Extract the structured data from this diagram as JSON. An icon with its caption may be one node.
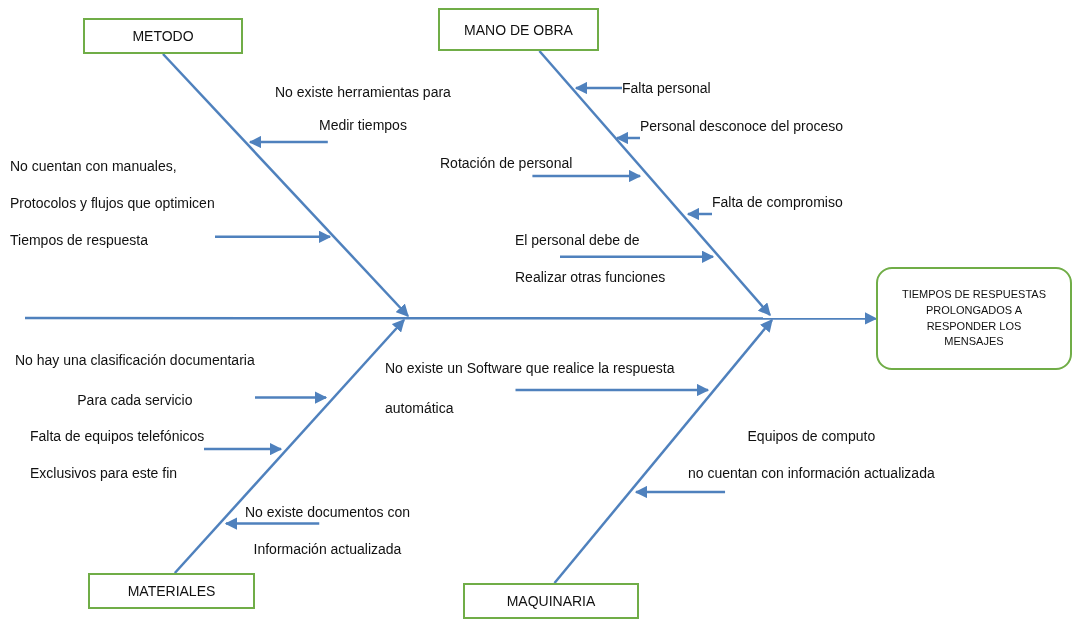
{
  "diagram": {
    "nodes": [
      {
        "text": [
          "METODO"
        ]
      },
      {
        "text": [
          "MANO DE OBRA"
        ]
      },
      {
        "text": [
          "MATERIALES"
        ]
      },
      {
        "text": [
          "MAQUINARIA"
        ]
      },
      {
        "text": [
          "TIEMPOS DE RESPUESTAS PROLONGADOS A RESPONDER LOS MENSAJES"
        ]
      },
      {
        "text": [
          "No existe herramientas para Medir tiempos"
        ]
      },
      {
        "text": [
          "No cuentan con manuales, Protocolos y flujos que optimicen Tiempos de respuesta"
        ]
      },
      {
        "text": [
          "Falta personal"
        ]
      },
      {
        "text": [
          "Personal desconoce del proceso"
        ]
      },
      {
        "text": [
          "Rotación de personal"
        ]
      },
      {
        "text": [
          "Falta de compromiso"
        ]
      },
      {
        "text": [
          "El personal debe de Realizar otras funciones"
        ]
      },
      {
        "text": [
          "No hay una clasificación documentaria Para cada servicio"
        ]
      },
      {
        "text": [
          "Falta de equipos telefónicos Exclusivos para este fin"
        ]
      },
      {
        "text": [
          "No existe documentos con Información actualizada"
        ]
      },
      {
        "text": [
          "No existe un Software que realice la respuesta automática"
        ]
      },
      {
        "text": [
          "Equipos de computo no cuentan con información actualizada"
        ]
      }
    ],
    "edges": [
      {
        "from": null,
        "to": 4,
        "arrow": "to"
      },
      {
        "from": 0,
        "to": null,
        "arrow": "to"
      },
      {
        "from": 1,
        "to": null,
        "arrow": "to"
      },
      {
        "from": 2,
        "to": null,
        "arrow": "to"
      },
      {
        "from": 3,
        "to": null,
        "arrow": "to"
      },
      {
        "from": 5,
        "to": null,
        "arrow": "to"
      },
      {
        "from": 6,
        "to": null,
        "arrow": "to"
      },
      {
        "from": 7,
        "to": null,
        "arrow": "to"
      },
      {
        "from": 8,
        "to": null,
        "arrow": "to"
      },
      {
        "from": 9,
        "to": null,
        "arrow": "to"
      },
      {
        "from": 10,
        "to": null,
        "arrow": "to"
      },
      {
        "from": 11,
        "to": null,
        "arrow": "to"
      },
      {
        "from": 12,
        "to": null,
        "arrow": "to"
      },
      {
        "from": 13,
        "to": null,
        "arrow": "to"
      },
      {
        "from": 14,
        "to": null,
        "arrow": "to"
      },
      {
        "from": 15,
        "to": null,
        "arrow": "to"
      },
      {
        "from": 16,
        "to": null,
        "arrow": "to"
      }
    ]
  }
}
